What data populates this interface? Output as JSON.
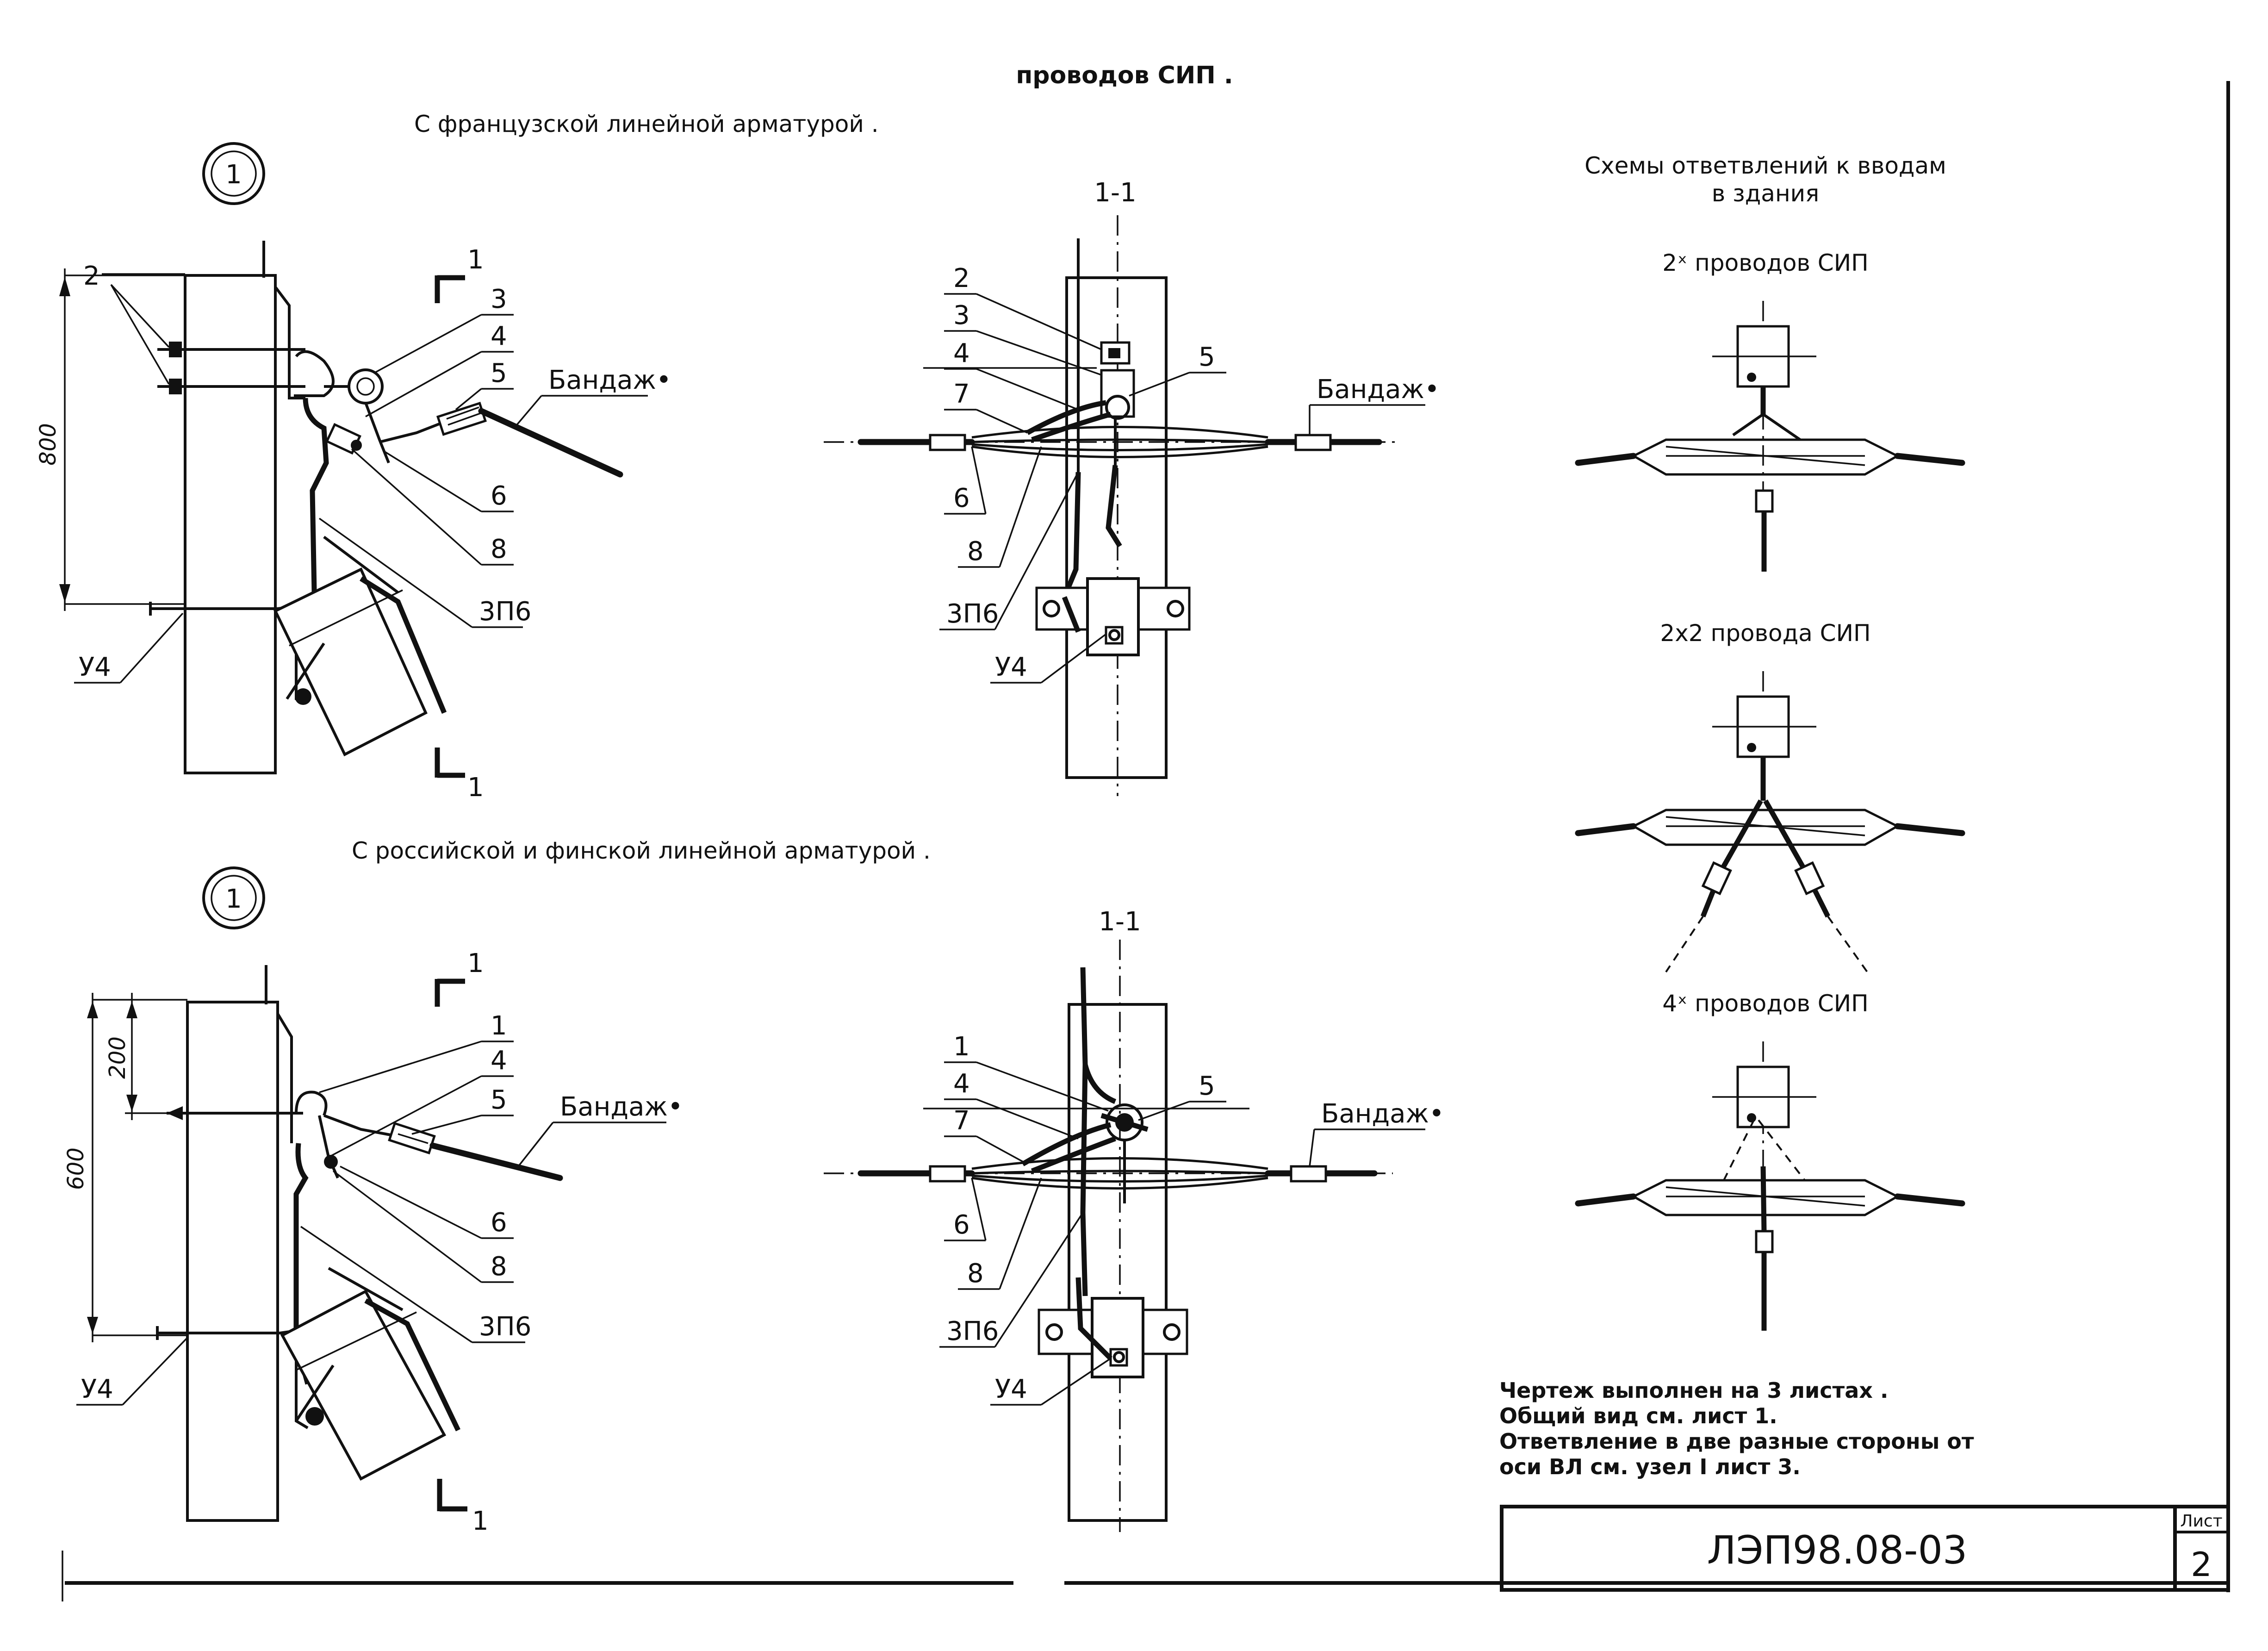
{
  "header": {
    "title": "проводов СИП ."
  },
  "section_top": {
    "caption": "С французской линейной арматурой .",
    "node_marker": "1",
    "section_mark": "1",
    "section_view_title": "1-1",
    "dim_main": "800",
    "labels": {
      "l2": "2",
      "l3": "3",
      "l4": "4",
      "l5": "5",
      "l6": "6",
      "l7": "7",
      "l8": "8",
      "zp6": "3П6",
      "u4": "У4",
      "bandage": "Бандаж•"
    }
  },
  "section_bottom": {
    "caption": "С российской и финской линейной арматурой .",
    "node_marker": "1",
    "section_mark": "1",
    "section_view_title": "1-1",
    "dim_small": "200",
    "dim_main": "600",
    "labels": {
      "l1": "1",
      "l4": "4",
      "l5": "5",
      "l6": "6",
      "l7": "7",
      "l8": "8",
      "zp6": "3П6",
      "u4": "У4",
      "bandage": "Бандаж•"
    }
  },
  "schemes": {
    "title_line1": "Схемы ответвлений к вводам",
    "title_line2": "в здания",
    "scheme1": "2ˣ проводов СИП",
    "scheme2": "2х2 провода СИП",
    "scheme3": "4ˣ проводов СИП"
  },
  "notes": [
    "Чертеж выполнен на 3   листах .",
    "Общий вид см. лист 1.",
    "Ответвление в две разные стороны от",
    "оси ВЛ см. узел I лист 3."
  ],
  "title_block": {
    "document_code": "ЛЭП98.08-03",
    "sheet_label": "Лист",
    "sheet_number": "2"
  }
}
